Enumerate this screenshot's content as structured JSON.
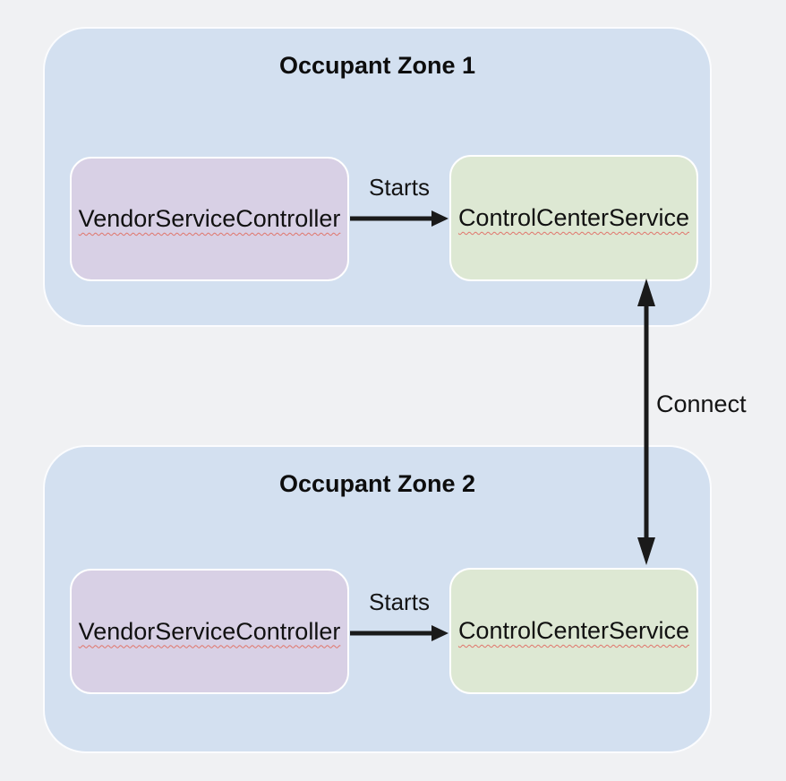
{
  "diagram": {
    "connector": {
      "label": "Connect"
    },
    "zones": [
      {
        "title": "Occupant Zone 1",
        "edge_label": "Starts",
        "nodes": [
          {
            "label": "VendorServiceController"
          },
          {
            "label": "ControlCenterService"
          }
        ]
      },
      {
        "title": "Occupant Zone 2",
        "edge_label": "Starts",
        "nodes": [
          {
            "label": "VendorServiceController"
          },
          {
            "label": "ControlCenterService"
          }
        ]
      }
    ],
    "colors": {
      "background": "#f0f1f3",
      "zone_fill": "#d3e0f0",
      "zone_border": "#fbfcfe",
      "vendor_node_fill": "#d8d0e5",
      "control_node_fill": "#dde8d3",
      "node_border": "#ffffff",
      "arrow": "#1a1a1a",
      "text": "#111111",
      "spellcheck_squiggle": "#e0756b"
    }
  }
}
